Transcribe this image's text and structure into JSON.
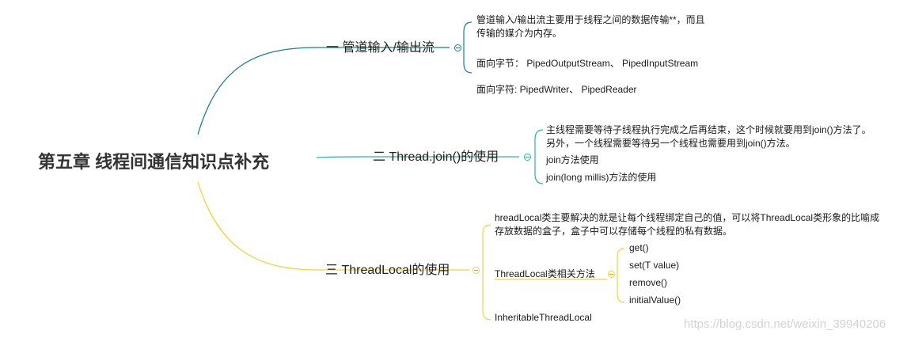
{
  "root": {
    "title": "第五章 线程间通信知识点补充"
  },
  "branches": [
    {
      "label": "一 管道输入/输出流",
      "color": "#1f7e8c",
      "children": [
        "管道输入/输出流主要用于线程之间的数据传输**，而且",
        "传输的媒介为内存。",
        "面向字节： PipedOutputStream、 PipedInputStream",
        "面向字符: PipedWriter、 PipedReader"
      ]
    },
    {
      "label": "二 Thread.join()的使用",
      "color": "#2db39a",
      "children": [
        "主线程需要等待子线程执行完成之后再结束，这个时候就要用到join()方法了。",
        "另外，一个线程需要等待另一个线程也需要用到join()方法。",
        "join方法使用",
        "join(long millis)方法的使用"
      ]
    },
    {
      "label": "三 ThreadLocal的使用",
      "color": "#f0d343",
      "children": [
        "hreadLocal类主要解决的就是让每个线程绑定自己的值，可以将ThreadLocal类形象的比喻成",
        "存放数据的盒子，盒子中可以存储每个线程的私有数据。",
        "ThreadLocal类相关方法",
        "InheritableThreadLocal"
      ],
      "methods": [
        "get()",
        "set(T value)",
        "remove()",
        "initialValue()"
      ]
    }
  ],
  "watermark": "https://blog.csdn.net/weixin_39940206"
}
